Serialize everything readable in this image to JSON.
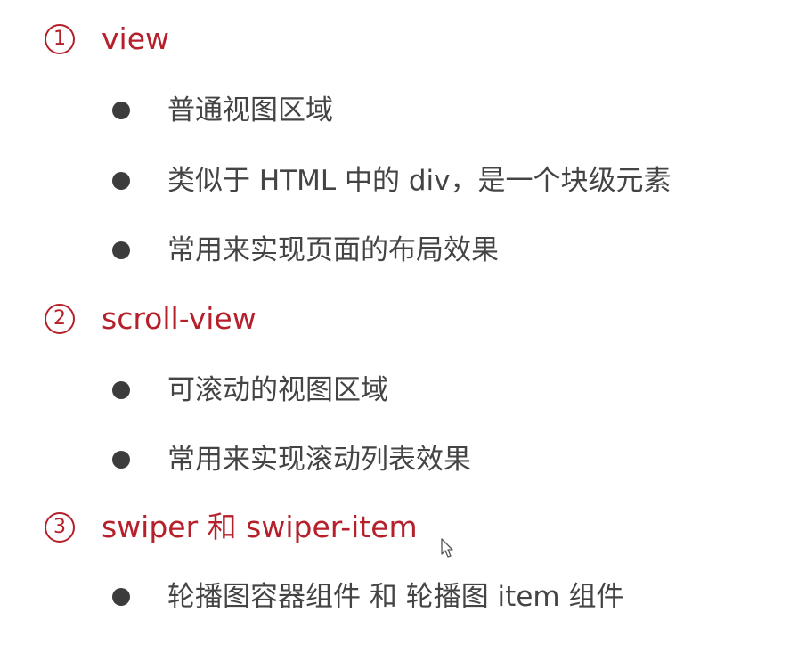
{
  "sections": [
    {
      "number": "1",
      "title": "view",
      "items": [
        "普通视图区域",
        "类似于 HTML 中的 div，是一个块级元素",
        "常用来实现页面的布局效果"
      ]
    },
    {
      "number": "2",
      "title": "scroll-view",
      "items": [
        "可滚动的视图区域",
        "常用来实现滚动列表效果"
      ]
    },
    {
      "number": "3",
      "title": "swiper 和 swiper-item",
      "items": [
        "轮播图容器组件 和 轮播图 item 组件"
      ]
    }
  ],
  "colors": {
    "heading": "#b5202a",
    "bullet_text": "#444444",
    "bullet_dot": "#3c3c3c",
    "background": "#ffffff"
  },
  "icons": {
    "bullet": "filled-circle-bullet",
    "cursor": "mouse-pointer"
  }
}
